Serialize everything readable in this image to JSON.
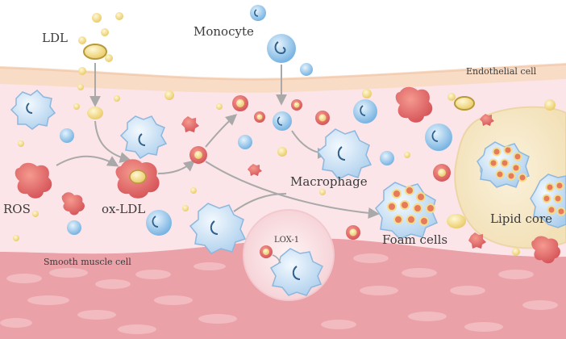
{
  "labels": {
    "ldl": "LDL",
    "monocyte": "Monocyte",
    "endothelial": "Endothelial cell",
    "ros": "ROS",
    "ox_ldl": "ox-LDL",
    "macrophage": "Macrophage",
    "foam_cells": "Foam cells",
    "lipid_core": "Lipid core",
    "smooth_muscle": "Smooth muscle cell",
    "lox1": "LOX-1"
  },
  "colors": {
    "lumen": "#ffffff",
    "endothelium": "#f9e1cc",
    "intima": "#fbe6ea",
    "smooth_muscle": "#eaa0a7",
    "ldl": "#f3dc8c",
    "monocyte": "#8fc3e8",
    "macrophage": "#bcd9f0",
    "ros": "#e36a6a",
    "lipid_core": "#f7e8c6",
    "arrow": "#a9a9a9"
  }
}
